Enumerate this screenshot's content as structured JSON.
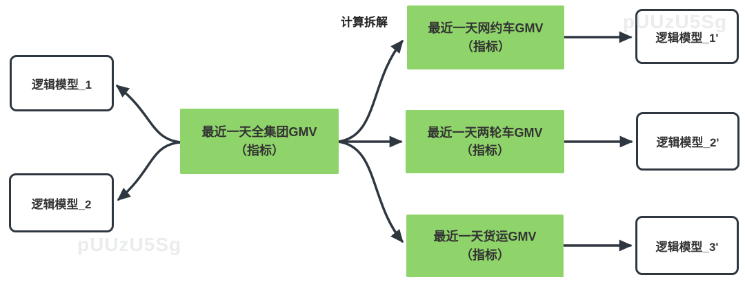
{
  "diagram": {
    "edge_label": "计算拆解",
    "watermark": "pUUzU5Sg",
    "colors": {
      "node_green": "#8fd46a",
      "stroke_dark": "#2e3740",
      "text_dark": "#333333"
    },
    "nodes": {
      "logic_model_1": {
        "label": "逻辑模型_1"
      },
      "logic_model_2": {
        "label": "逻辑模型_2"
      },
      "group_gmv": {
        "line1": "最近一天全集团GMV",
        "line2": "（指标）"
      },
      "ride_hailing_gmv": {
        "line1": "最近一天网约车GMV",
        "line2": "（指标）"
      },
      "two_wheeler_gmv": {
        "line1": "最近一天两轮车GMV",
        "line2": "（指标）"
      },
      "freight_gmv": {
        "line1": "最近一天货运GMV",
        "line2": "（指标）"
      },
      "logic_model_1p": {
        "label": "逻辑模型_1'"
      },
      "logic_model_2p": {
        "label": "逻辑模型_2'"
      },
      "logic_model_3p": {
        "label": "逻辑模型_3'"
      }
    },
    "edges": [
      {
        "from": "group_gmv",
        "to": "logic_model_1"
      },
      {
        "from": "group_gmv",
        "to": "logic_model_2"
      },
      {
        "from": "group_gmv",
        "to": "ride_hailing_gmv",
        "label": "计算拆解"
      },
      {
        "from": "group_gmv",
        "to": "two_wheeler_gmv"
      },
      {
        "from": "group_gmv",
        "to": "freight_gmv"
      },
      {
        "from": "ride_hailing_gmv",
        "to": "logic_model_1p"
      },
      {
        "from": "two_wheeler_gmv",
        "to": "logic_model_2p"
      },
      {
        "from": "freight_gmv",
        "to": "logic_model_3p"
      }
    ]
  }
}
